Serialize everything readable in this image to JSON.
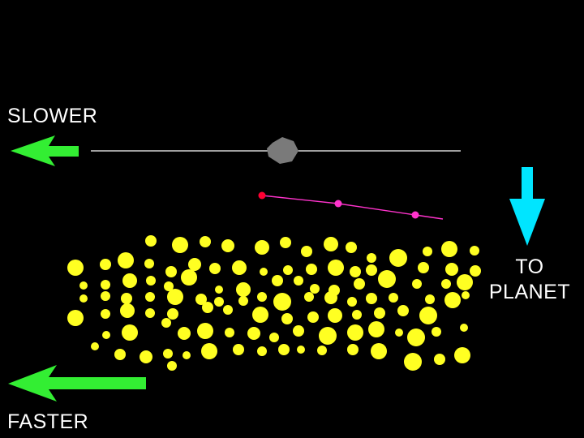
{
  "labels": {
    "slower": "SLOWER",
    "faster": "FASTER",
    "to_planet_line1": "TO",
    "to_planet_line2": "PLANET"
  },
  "colors": {
    "background": "#000000",
    "arrow_slow_fast": "#33ee33",
    "arrow_planet": "#00e5ff",
    "particles": "#ffff22",
    "moonlet": "#7a7a7a",
    "moonlet_path": "#ffffff",
    "particle_path": "#ff33cc",
    "particle_start": "#ff0033"
  },
  "icons": {
    "slower_arrow": "green-left-arrow",
    "faster_arrow": "green-left-arrow",
    "planet_arrow": "cyan-down-arrow",
    "moonlet": "gray-polygon"
  }
}
